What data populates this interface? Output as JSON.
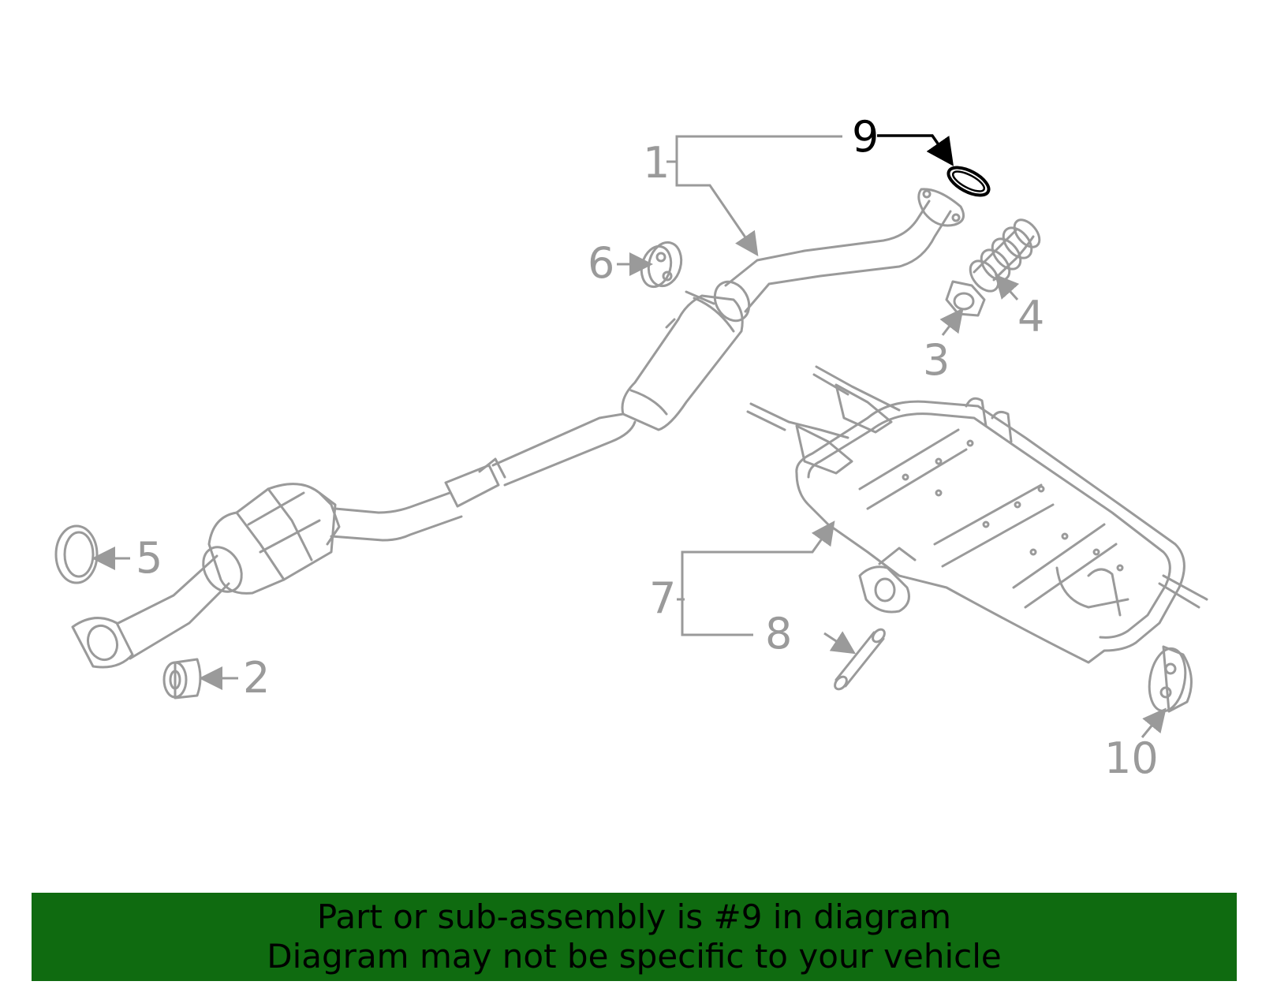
{
  "callouts": {
    "c1": "1",
    "c2": "2",
    "c3": "3",
    "c4": "4",
    "c5": "5",
    "c6": "6",
    "c7": "7",
    "c8": "8",
    "c9": "9",
    "c10": "10"
  },
  "highlighted_part": "9",
  "banner": {
    "line1": "Part or sub-assembly is #9 in diagram",
    "line2": "Diagram may not be specific to your vehicle",
    "background": "#0f6b10"
  },
  "colors": {
    "part_stroke": "#9a9a9a",
    "highlight": "#000000"
  }
}
